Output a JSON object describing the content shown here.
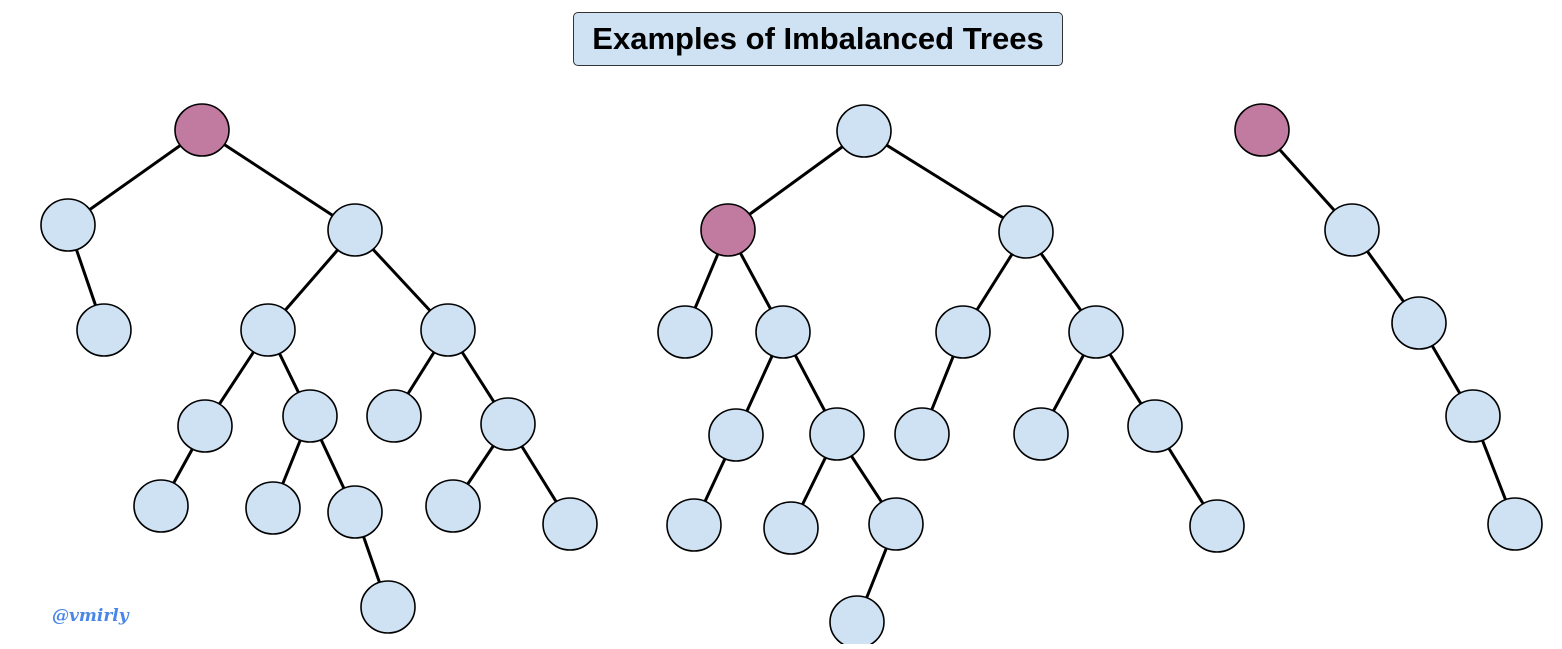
{
  "title": "Examples of Imbalanced Trees",
  "watermark": "@vmirly",
  "colors": {
    "node_fill": "#cfe2f3",
    "highlight_fill": "#c27ba0",
    "stroke": "#000000"
  },
  "trees": [
    {
      "name": "tree-1",
      "nodes": [
        {
          "id": "a",
          "highlight": true
        },
        {
          "id": "b",
          "parent": "a"
        },
        {
          "id": "c",
          "parent": "b"
        },
        {
          "id": "d",
          "parent": "a"
        },
        {
          "id": "e",
          "parent": "d"
        },
        {
          "id": "f",
          "parent": "e"
        },
        {
          "id": "g",
          "parent": "f"
        },
        {
          "id": "h",
          "parent": "e"
        },
        {
          "id": "i",
          "parent": "h"
        },
        {
          "id": "j",
          "parent": "h"
        },
        {
          "id": "k",
          "parent": "j"
        },
        {
          "id": "l",
          "parent": "d"
        },
        {
          "id": "m",
          "parent": "l"
        },
        {
          "id": "n",
          "parent": "l"
        },
        {
          "id": "o",
          "parent": "n"
        },
        {
          "id": "p",
          "parent": "n"
        }
      ]
    },
    {
      "name": "tree-2",
      "nodes": [
        {
          "id": "a"
        },
        {
          "id": "b",
          "parent": "a",
          "highlight": true
        },
        {
          "id": "c",
          "parent": "b"
        },
        {
          "id": "d",
          "parent": "b"
        },
        {
          "id": "e",
          "parent": "d"
        },
        {
          "id": "f",
          "parent": "e"
        },
        {
          "id": "g",
          "parent": "d"
        },
        {
          "id": "h",
          "parent": "g"
        },
        {
          "id": "i",
          "parent": "g"
        },
        {
          "id": "j",
          "parent": "i"
        },
        {
          "id": "k",
          "parent": "a"
        },
        {
          "id": "l",
          "parent": "k"
        },
        {
          "id": "m",
          "parent": "l"
        },
        {
          "id": "n",
          "parent": "k"
        },
        {
          "id": "o",
          "parent": "n"
        },
        {
          "id": "p",
          "parent": "n"
        },
        {
          "id": "q",
          "parent": "p"
        }
      ]
    },
    {
      "name": "tree-3",
      "nodes": [
        {
          "id": "a",
          "highlight": true
        },
        {
          "id": "b",
          "parent": "a"
        },
        {
          "id": "c",
          "parent": "b"
        },
        {
          "id": "d",
          "parent": "c"
        },
        {
          "id": "e",
          "parent": "d"
        }
      ]
    }
  ]
}
